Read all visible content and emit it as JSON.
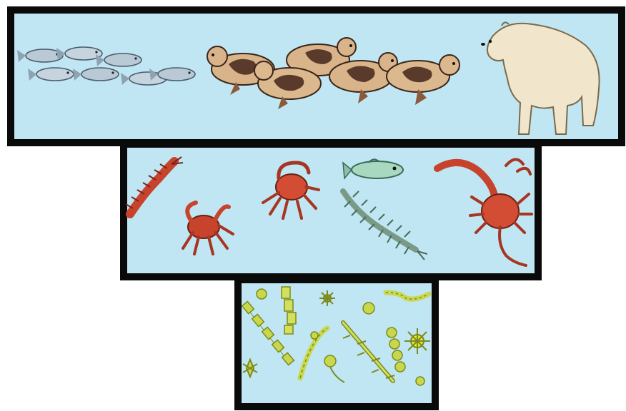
{
  "diagram": {
    "kind": "ecological pyramid",
    "colors": {
      "water": "#bfe6f2",
      "border": "#0a0a0a",
      "fish": "#b9c9d6",
      "seal": "#d9b48a",
      "seal_patch": "#5a3a2a",
      "bear": "#f1e6cc",
      "crustacean": "#c8432b",
      "worm": "#7a9a88",
      "plankton_fish": "#a8d8c0",
      "diatom": "#c9d84a",
      "diatom_dark": "#7a8a20"
    },
    "tiers": [
      {
        "level": "top",
        "organisms": [
          {
            "icon": "fish-school-icon",
            "count": 7
          },
          {
            "icon": "seal-group-icon",
            "count": 5
          },
          {
            "icon": "polar-bear-icon",
            "count": 1
          }
        ]
      },
      {
        "level": "middle",
        "organisms": [
          {
            "icon": "shrimp-icon",
            "count": 1
          },
          {
            "icon": "crab-icon",
            "count": 2
          },
          {
            "icon": "small-fish-icon",
            "count": 1
          },
          {
            "icon": "bristle-worm-icon",
            "count": 1
          },
          {
            "icon": "scorpion-crustacean-icon",
            "count": 1
          }
        ]
      },
      {
        "level": "bottom",
        "organisms": [
          {
            "icon": "diatom-chain-icon",
            "count": 6
          },
          {
            "icon": "star-diatom-icon",
            "count": 3
          },
          {
            "icon": "round-diatom-icon",
            "count": 5
          }
        ]
      }
    ]
  }
}
